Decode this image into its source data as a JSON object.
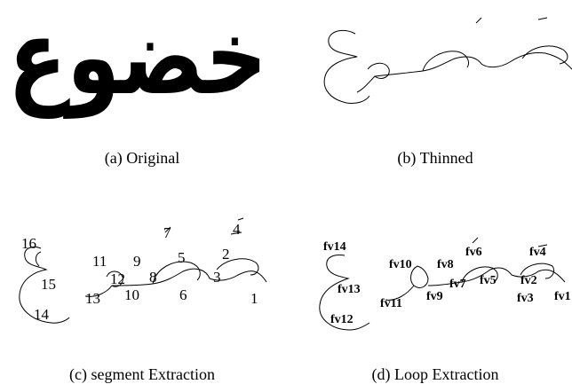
{
  "panels": [
    {
      "id": "a",
      "caption": "(a) Original",
      "word": "خضوع"
    },
    {
      "id": "b",
      "caption": "(b) Thinned"
    },
    {
      "id": "c",
      "caption": "(c) segment Extraction",
      "labels": [
        "16",
        "15",
        "14",
        "11",
        "12",
        "9",
        "10",
        "13",
        "7",
        "8",
        "5",
        "6",
        "4",
        "2",
        "3",
        "1"
      ]
    },
    {
      "id": "d",
      "caption": "(d) Loop Extraction",
      "labels": [
        "fv14",
        "fv13",
        "fv12",
        "fv10",
        "fv11",
        "fv8",
        "fv9",
        "fv6",
        "fv7",
        "fv5",
        "fv4",
        "fv2",
        "fv3",
        "fv1"
      ]
    }
  ]
}
